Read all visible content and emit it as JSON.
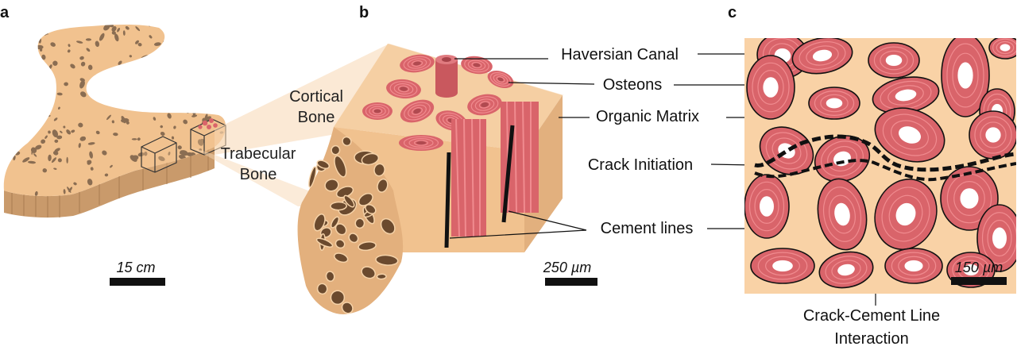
{
  "panels": {
    "a": {
      "label": "a",
      "scale_text": "15 cm"
    },
    "b": {
      "label": "b",
      "scale_text": "250 µm",
      "labels": {
        "cortical_line1": "Cortical",
        "cortical_line2": "Bone",
        "trabecular_line1": "Trabecular",
        "trabecular_line2": "Bone"
      }
    },
    "c": {
      "label": "c",
      "scale_text": "150 µm"
    }
  },
  "callouts": {
    "haversian": "Haversian Canal",
    "osteons": "Osteons",
    "matrix": "Organic Matrix",
    "crack_init": "Crack Initiation",
    "cement": "Cement lines",
    "interaction_line1": "Crack-Cement Line",
    "interaction_line2": "Interaction"
  },
  "colors": {
    "bone": "#f1c28f",
    "bone_side": "#c99a6b",
    "pore": "#8a6d52",
    "osteon": "#d9646a",
    "osteon_ring": "#f08b8f",
    "matrix_bg": "#f9d2a6",
    "line": "#111111"
  }
}
